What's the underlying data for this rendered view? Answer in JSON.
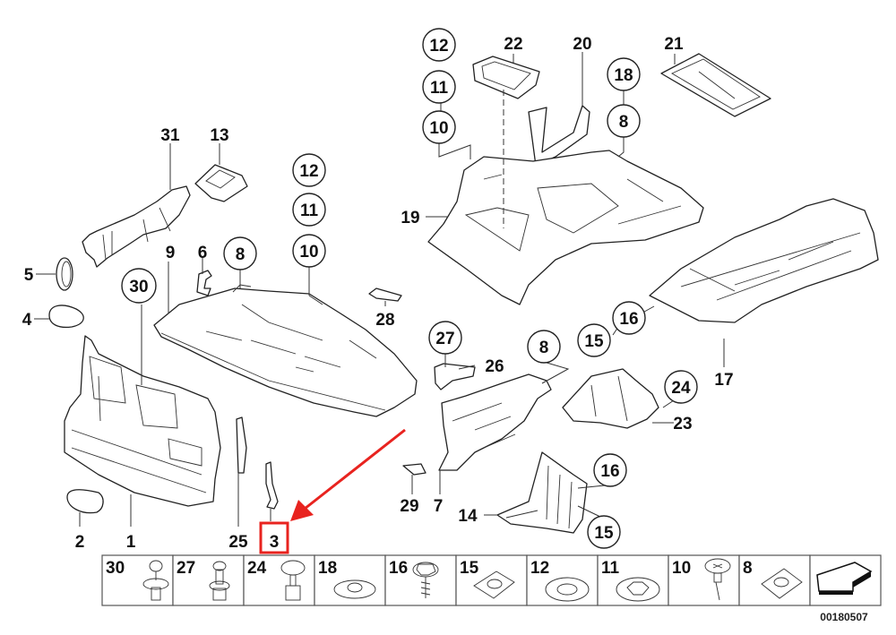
{
  "diagram": {
    "title": "Underbody / front panel parts diagram",
    "document_number": "00180507",
    "highlight": {
      "label": "3",
      "color": "#e8231f"
    },
    "arrow_color": "#e8231f",
    "callouts": {
      "c31": "31",
      "c13": "13",
      "c9": "9",
      "c6": "6",
      "c8a": "8",
      "c12a": "12",
      "c11a": "11",
      "c10a": "10",
      "c5": "5",
      "c30": "30",
      "c4": "4",
      "c28": "28",
      "c27": "27",
      "c26": "26",
      "c2": "2",
      "c1": "1",
      "c25": "25",
      "c3": "3",
      "c29": "29",
      "c7": "7",
      "c8b": "8",
      "c12b": "12",
      "c11b": "11",
      "c10b": "10",
      "c22": "22",
      "c20": "20",
      "c18": "18",
      "c8c": "8",
      "c21": "21",
      "c19": "19",
      "c16a": "16",
      "c15a": "15",
      "c17": "17",
      "c24": "24",
      "c23": "23",
      "c14": "14",
      "c16b": "16",
      "c15b": "15"
    },
    "fastener_strip": [
      {
        "label": "30",
        "icon": "push-rivet-icon"
      },
      {
        "label": "27",
        "icon": "expanding-rivet-icon"
      },
      {
        "label": "24",
        "icon": "mushroom-clip-icon"
      },
      {
        "label": "18",
        "icon": "flange-nut-icon"
      },
      {
        "label": "16",
        "icon": "hex-collar-screw-icon"
      },
      {
        "label": "15",
        "icon": "clip-nut-icon"
      },
      {
        "label": "12",
        "icon": "flat-washer-icon"
      },
      {
        "label": "11",
        "icon": "lock-washer-icon"
      },
      {
        "label": "10",
        "icon": "phillips-screw-icon"
      },
      {
        "label": "8",
        "icon": "spring-nut-icon"
      },
      {
        "label": "",
        "icon": "direction-arrow-icon"
      }
    ]
  }
}
